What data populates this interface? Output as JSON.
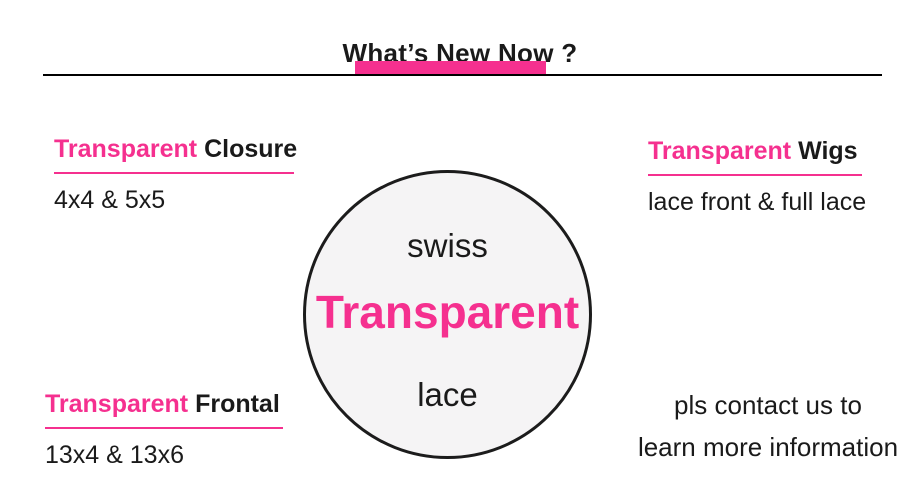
{
  "colors": {
    "background": "#ffffff",
    "text": "#1a1a1a",
    "accent": "#f5308f",
    "rule": "#000000",
    "circle_fill": "#f5f4f5",
    "circle_border": "#1c1c1c"
  },
  "header": {
    "title": "What’s New Now ?"
  },
  "sections": {
    "top_left": {
      "accent": "Transparent",
      "rest": "Closure",
      "subtitle": "4x4 & 5x5"
    },
    "top_right": {
      "accent": "Transparent",
      "rest": "Wigs",
      "subtitle": "lace front & full lace"
    },
    "bottom_left": {
      "accent": "Transparent",
      "rest": "Frontal",
      "subtitle": "13x4 & 13x6"
    },
    "bottom_right": {
      "line1": "pls contact us to",
      "line2": "learn more information"
    }
  },
  "circle": {
    "top": "swiss",
    "middle": "Transparent",
    "bottom": "lace"
  }
}
